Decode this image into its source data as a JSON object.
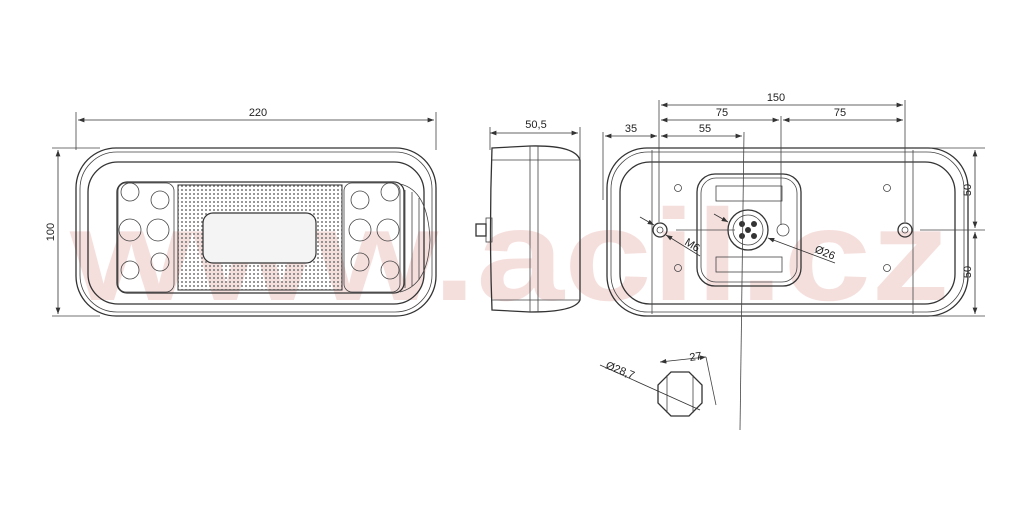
{
  "watermark": "www.acil.cz",
  "front_view": {
    "width_label": "220",
    "height_label": "100"
  },
  "side_view": {
    "depth_label": "50,5"
  },
  "rear_view": {
    "hole_spacing_label": "150",
    "half_left_label": "75",
    "half_right_label": "75",
    "connector_offset_label": "55",
    "edge_offset_label": "35",
    "upper_height_label": "50",
    "lower_height_label": "50",
    "thread_label": "M6",
    "connector_diameter_label": "Ø26"
  },
  "nut_detail": {
    "diameter_label": "Ø28,7",
    "width_label": "27"
  },
  "colors": {
    "line": "#333333",
    "watermark": "#e9b9b4"
  }
}
